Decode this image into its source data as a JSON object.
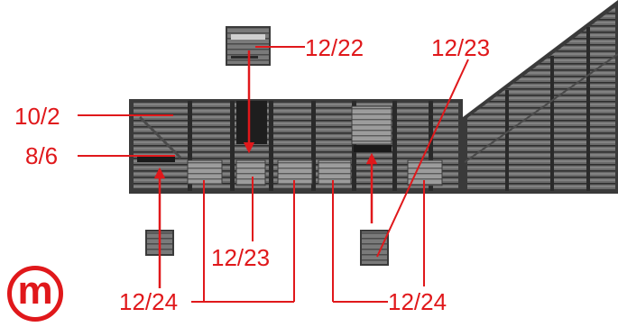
{
  "colors": {
    "accent": "#e0181b",
    "rack": "#3a3a3a",
    "panel": "#8a8a8a",
    "background": "#ffffff"
  },
  "logo": {
    "text": "m"
  },
  "labels": {
    "top_left_1": "10/2",
    "top_left_2": "8/6",
    "top_center": "12/22",
    "top_right": "12/23",
    "bottom_center": "12/23",
    "bottom_left": "12/24",
    "bottom_right": "12/24"
  }
}
